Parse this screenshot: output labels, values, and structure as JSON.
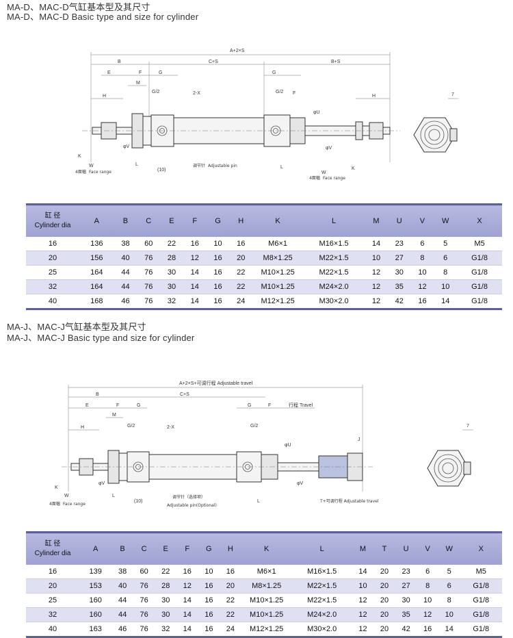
{
  "sections": [
    {
      "title_cn": "MA-D、MAC-D气缸基本型及其尺寸",
      "title_en": "MA-D、MAC-D Basic type and size for cylinder",
      "drawing_labels": {
        "overall": "A+2×S",
        "b_left": "B",
        "cs": "C+S",
        "bs": "B+S",
        "e": "E",
        "f": "F",
        "g": "G",
        "m": "M",
        "g2": "G/2",
        "twox": "2-X",
        "h": "H",
        "k": "K",
        "w": "W",
        "l": "L",
        "ten": "(10)",
        "face_cn": "4面幅",
        "face_en": "Face range",
        "pin_cn": "调节针",
        "pin_en": "Adjustable pin",
        "phi_v": "φV",
        "phi_u": "φU",
        "seven": "7"
      },
      "table": {
        "head_cn": "缸 径",
        "head_en": "Cylinder dia",
        "columns": [
          "A",
          "B",
          "C",
          "E",
          "F",
          "G",
          "H",
          "K",
          "L",
          "M",
          "U",
          "V",
          "W",
          "X"
        ],
        "rows": [
          [
            "16",
            "136",
            "38",
            "60",
            "22",
            "16",
            "10",
            "16",
            "M6×1",
            "M16×1.5",
            "14",
            "23",
            "6",
            "5",
            "M5"
          ],
          [
            "20",
            "156",
            "40",
            "76",
            "28",
            "12",
            "16",
            "20",
            "M8×1.25",
            "M22×1.5",
            "10",
            "27",
            "8",
            "6",
            "G1/8"
          ],
          [
            "25",
            "164",
            "44",
            "76",
            "30",
            "14",
            "16",
            "22",
            "M10×1.25",
            "M22×1.5",
            "12",
            "30",
            "10",
            "8",
            "G1/8"
          ],
          [
            "32",
            "164",
            "44",
            "76",
            "30",
            "14",
            "16",
            "22",
            "M10×1.25",
            "M24×2.0",
            "12",
            "35",
            "12",
            "10",
            "G1/8"
          ],
          [
            "40",
            "168",
            "46",
            "76",
            "32",
            "14",
            "16",
            "24",
            "M12×1.25",
            "M30×2.0",
            "12",
            "42",
            "16",
            "14",
            "G1/8"
          ]
        ]
      }
    },
    {
      "title_cn": "MA-J、MAC-J气缸基本型及其尺寸",
      "title_en": "MA-J、MAC-J Basic type and size for cylinder",
      "drawing_labels": {
        "overall": "A+2×S+可调行程 Adjustable travel",
        "b_left": "B",
        "cs": "C+S",
        "e": "E",
        "f": "F",
        "g": "G",
        "m": "M",
        "g2": "G/2",
        "twox": "2-X",
        "h": "H",
        "k": "K",
        "w": "W",
        "l": "L",
        "ten": "(10)",
        "travel": "行程 Travel",
        "j": "J",
        "face_cn": "4面幅",
        "face_en": "Face range",
        "pin_cn": "调节针（选择项）",
        "pin_en": "Adjustable pin(Optional)",
        "adj_travel": "T+可调行程 Adjustable travel",
        "phi_v": "φV",
        "phi_u": "φU",
        "seven": "7"
      },
      "table": {
        "head_cn": "缸 径",
        "head_en": "Cylinder dia",
        "columns": [
          "A",
          "B",
          "C",
          "E",
          "F",
          "G",
          "H",
          "K",
          "L",
          "M",
          "T",
          "U",
          "V",
          "W",
          "X"
        ],
        "rows": [
          [
            "16",
            "139",
            "38",
            "60",
            "22",
            "16",
            "10",
            "16",
            "M6×1",
            "M16×1.5",
            "14",
            "20",
            "23",
            "6",
            "5",
            "M5"
          ],
          [
            "20",
            "153",
            "40",
            "76",
            "28",
            "12",
            "16",
            "20",
            "M8×1.25",
            "M22×1.5",
            "10",
            "20",
            "27",
            "8",
            "6",
            "G1/8"
          ],
          [
            "25",
            "160",
            "44",
            "76",
            "30",
            "14",
            "16",
            "22",
            "M10×1.25",
            "M22×1.5",
            "12",
            "20",
            "30",
            "10",
            "8",
            "G1/8"
          ],
          [
            "32",
            "160",
            "44",
            "76",
            "30",
            "14",
            "16",
            "22",
            "M10×1.25",
            "M24×2.0",
            "12",
            "20",
            "35",
            "12",
            "10",
            "G1/8"
          ],
          [
            "40",
            "163",
            "46",
            "76",
            "32",
            "14",
            "16",
            "24",
            "M12×1.25",
            "M30×2.0",
            "12",
            "20",
            "42",
            "16",
            "14",
            "G1/8"
          ]
        ]
      }
    }
  ]
}
